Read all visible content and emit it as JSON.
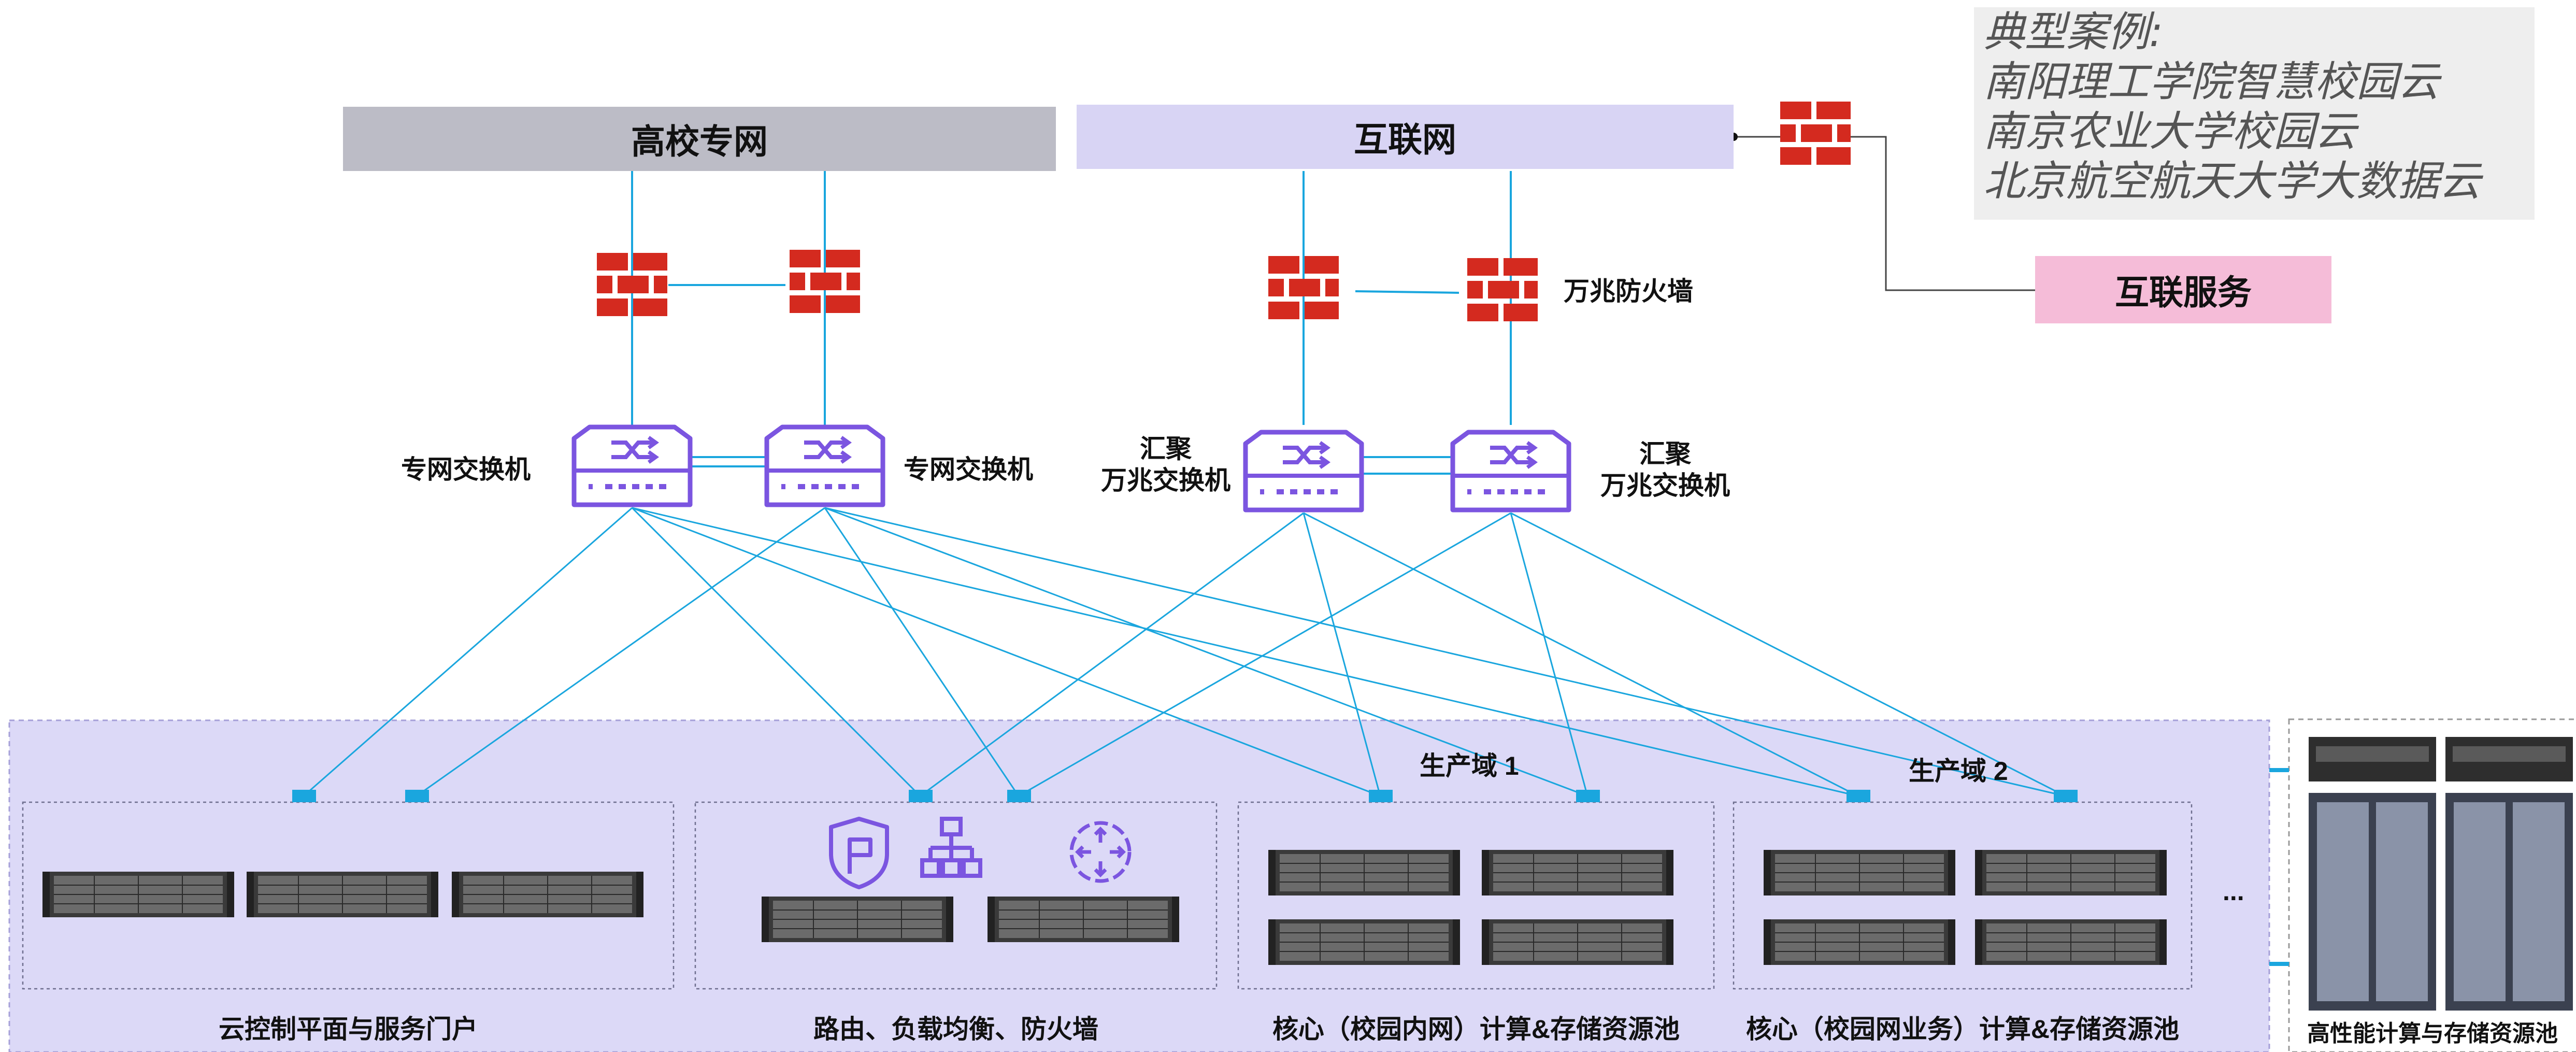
{
  "top_bars": {
    "campus_net": "高校专网",
    "internet": "互联网",
    "internet_service": "互联服务"
  },
  "cases": {
    "title": "典型案例:",
    "items": [
      "南阳理工学院智慧校园云",
      "南京农业大学校园云",
      "北京航空航天大学大数据云"
    ]
  },
  "labels": {
    "firewall_10g": "万兆防火墙",
    "private_switch_left": "专网交换机",
    "private_switch_right": "专网交换机",
    "agg_switch_left_line1": "汇聚",
    "agg_switch_left_line2": "万兆交换机",
    "agg_switch_right_line1": "汇聚",
    "agg_switch_right_line2": "万兆交换机",
    "prod_domain_1": "生产域 1",
    "prod_domain_2": "生产域 2",
    "ellipsis": "..."
  },
  "bottom_labels": {
    "cloud_control": "云控制平面与服务门户",
    "routing": "路由、负载均衡、防火墙",
    "core_intranet": "核心（校园内网）计算&存储资源池",
    "core_business": "核心（校园网业务）计算&存储资源池",
    "hpc": "高性能计算与存储资源池"
  },
  "colors": {
    "link_line": "#1aa6de",
    "firewall": "#d42a1f",
    "switch": "#7b55e0",
    "campus_bar": "#bcbcc6",
    "internet_bar": "#d8d4f4",
    "service_box": "#f5bcd8",
    "zone_fill": "#dcd9f7",
    "server": "#3a3a3a"
  },
  "icons": [
    "firewall-icon",
    "switch-icon",
    "server-icon",
    "shield-icon",
    "load-balancer-icon",
    "router-icon",
    "rack-icon"
  ]
}
